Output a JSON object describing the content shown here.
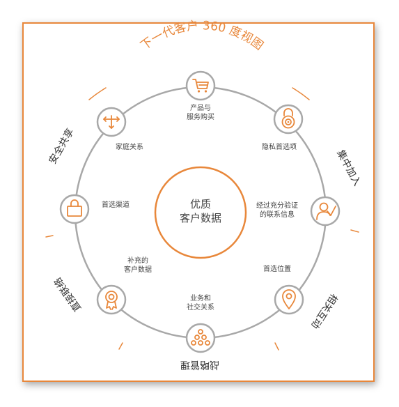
{
  "title": "下一代客户 360 度视图",
  "center": {
    "line1": "优质",
    "line2": "客户数据"
  },
  "nodes": {
    "top": {
      "line1": "产品与",
      "line2": "服务购买",
      "icon": "shopping-cart-icon"
    },
    "top_right": {
      "label": "隐私首选项",
      "icon": "lock-icon"
    },
    "right": {
      "line1": "经过充分验证",
      "line2": "的联系信息",
      "icon": "person-check-icon"
    },
    "bottom_right": {
      "label": "首选位置",
      "icon": "location-pin-icon"
    },
    "bottom": {
      "line1": "业务和",
      "line2": "社交关系",
      "icon": "network-icon"
    },
    "bottom_left": {
      "line1": "补充的",
      "line2": "客户数据",
      "icon": "award-ribbon-icon"
    },
    "left": {
      "label": "首选渠道",
      "icon": "shopping-bag-icon"
    },
    "top_left": {
      "label": "家庭关系",
      "icon": "arrows-split-icon"
    }
  },
  "outer_labels": {
    "left_top": "安全共享",
    "right_top": "集中加入",
    "right_bottom": "相关互动",
    "bottom": "战略管理",
    "left_bottom": "直接联络"
  },
  "colors": {
    "accent": "#e8873a",
    "ring": "#a8a8a8",
    "text": "#444444"
  }
}
